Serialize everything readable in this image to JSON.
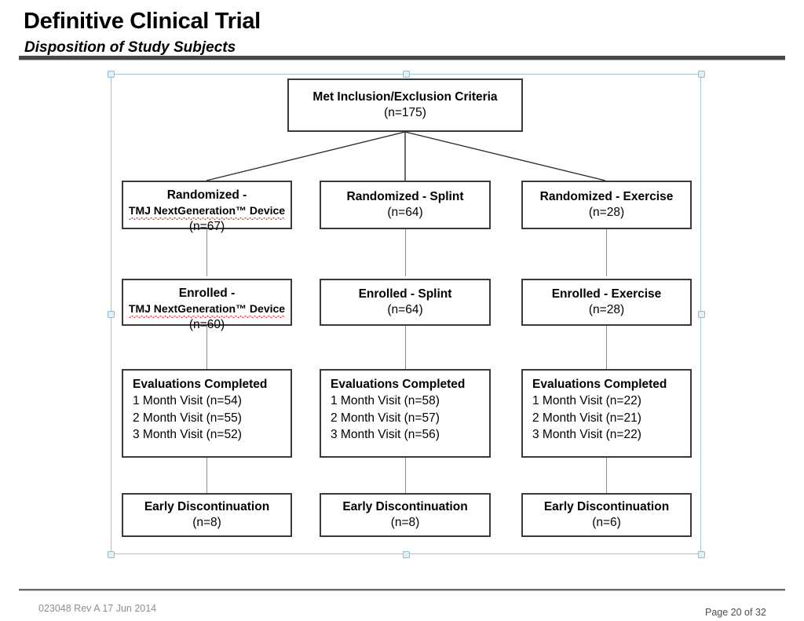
{
  "header": {
    "title": "Definitive Clinical Trial",
    "subtitle": "Disposition of Study Subjects"
  },
  "footer": {
    "document_id": "023048 Rev A 17 Jun 2014",
    "page_label": "Page 20 of 32"
  },
  "colors": {
    "border": "#3a3a3a",
    "rule": "#4a4745",
    "selection": "#a9c4db",
    "handle_fill": "#dff2f6",
    "spellcheck": "#e8392d",
    "connector": "#8d8d8d"
  },
  "chart_data": {
    "type": "diagram",
    "title": "Disposition of Study Subjects",
    "diagram_kind": "CONSORT-style participant flow chart",
    "root": {
      "id": "screened",
      "title": "Met Inclusion/Exclusion Criteria",
      "n_label": "(n=175)",
      "n": 175
    },
    "arms": [
      {
        "id": "device",
        "arm_name": "TMJ NextGeneration™ Device",
        "randomized": {
          "line1": "Randomized -",
          "line2": "TMJ NextGeneration™ Device",
          "n_label": "(n=67)",
          "n": 67,
          "spellcheck_word": "NextGeneration"
        },
        "enrolled": {
          "line1": "Enrolled -",
          "line2": "TMJ NextGeneration™ Device",
          "n_label": "(n=60)",
          "n": 60,
          "spellcheck_word": "NextGeneration"
        },
        "evaluations": {
          "heading": "Evaluations Completed",
          "rows": [
            "1 Month Visit (n=54)",
            "2 Month Visit (n=55)",
            "3 Month Visit (n=52)"
          ],
          "values": [
            54,
            55,
            52
          ]
        },
        "discontinuation": {
          "title": "Early Discontinuation",
          "n_label": "(n=8)",
          "n": 8
        }
      },
      {
        "id": "splint",
        "arm_name": "Splint",
        "randomized": {
          "line1": "Randomized - Splint",
          "line2": "",
          "n_label": "(n=64)",
          "n": 64,
          "spellcheck_word": ""
        },
        "enrolled": {
          "line1": "Enrolled - Splint",
          "line2": "",
          "n_label": "(n=64)",
          "n": 64,
          "spellcheck_word": ""
        },
        "evaluations": {
          "heading": "Evaluations Completed",
          "rows": [
            "1 Month Visit (n=58)",
            "2 Month Visit (n=57)",
            "3 Month Visit (n=56)"
          ],
          "values": [
            58,
            57,
            56
          ]
        },
        "discontinuation": {
          "title": "Early Discontinuation",
          "n_label": "(n=8)",
          "n": 8
        }
      },
      {
        "id": "exercise",
        "arm_name": "Exercise",
        "randomized": {
          "line1": "Randomized - Exercise",
          "line2": "",
          "n_label": "(n=28)",
          "n": 28,
          "spellcheck_word": ""
        },
        "enrolled": {
          "line1": "Enrolled - Exercise",
          "line2": "",
          "n_label": "(n=28)",
          "n": 28,
          "spellcheck_word": ""
        },
        "evaluations": {
          "heading": "Evaluations Completed",
          "rows": [
            "1 Month Visit (n=22)",
            "2 Month Visit (n=21)",
            "3 Month Visit (n=22)"
          ],
          "values": [
            22,
            21,
            22
          ]
        },
        "discontinuation": {
          "title": "Early Discontinuation",
          "n_label": "(n=6)",
          "n": 6
        }
      }
    ]
  }
}
